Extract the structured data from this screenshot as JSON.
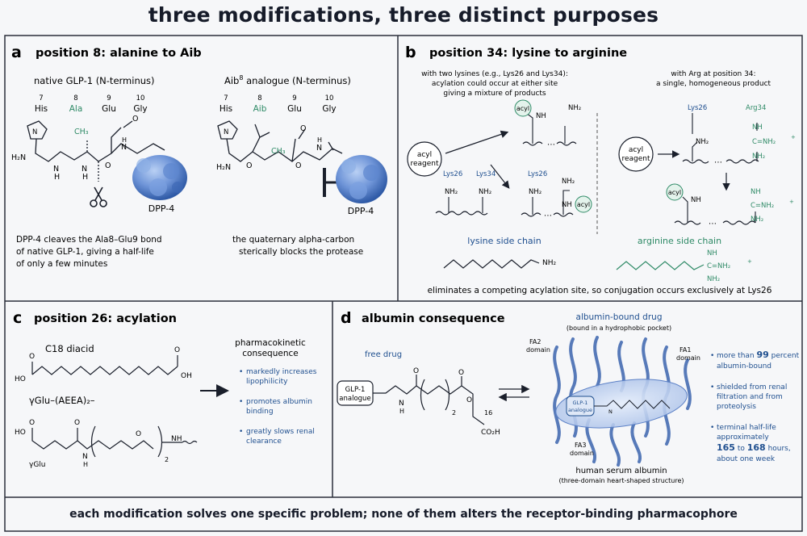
{
  "title": "three modifications, three distinct purposes",
  "footer": "each modification solves one specific problem; none of them alters the receptor-binding pharmacophore",
  "colors": {
    "accent_green": "#2e8a66",
    "accent_blue": "#1f4f8f",
    "protein_blue": "#4a78c8"
  },
  "panel_a": {
    "letter": "a",
    "title": "position 8: alanine to Aib",
    "native_label": "native GLP-1 (N-terminus)",
    "aib_label_main": "Aib",
    "aib_label_sup": "8",
    "aib_label_rest": " analogue (N-terminus)",
    "native_res": [
      {
        "num": "7",
        "name": "His"
      },
      {
        "num": "8",
        "name": "Ala"
      },
      {
        "num": "9",
        "name": "Glu"
      },
      {
        "num": "10",
        "name": "Gly"
      }
    ],
    "aib_res": [
      {
        "num": "7",
        "name": "His"
      },
      {
        "num": "8",
        "name": "Aib"
      },
      {
        "num": "9",
        "name": "Glu"
      },
      {
        "num": "10",
        "name": "Gly"
      }
    ],
    "atoms": {
      "h2n": "H₂N",
      "nh": "H",
      "n": "N",
      "o": "O",
      "ch3": "CH₃"
    },
    "enzyme": "DPP-4",
    "native_note": [
      "DPP-4 cleaves the Ala8–Glu9 bond",
      "of native GLP-1, giving a half-life",
      "of only a few minutes"
    ],
    "aib_note": [
      "the quaternary alpha-carbon",
      "sterically blocks the protease"
    ]
  },
  "panel_b": {
    "letter": "b",
    "title": "position 34: lysine to arginine",
    "left_note": [
      "with two lysines (e.g., Lys26 and Lys34):",
      "acylation could occur at either site",
      "giving a mixture of products"
    ],
    "right_note": [
      "with Arg at position 34:",
      "a single, homogeneous product"
    ],
    "reagent": [
      "acyl",
      "reagent"
    ],
    "acyl": "acyl",
    "nh": "NH",
    "nh2": "NH₂",
    "lys26": "Lys26",
    "lys34": "Lys34",
    "arg34": "Arg34",
    "guan": "C=NH₂",
    "plus": "+",
    "ellipsis": "⋯",
    "lysine_chain": "lysine side chain",
    "arginine_chain": "arginine side chain",
    "conclusion": "eliminates a competing acylation site, so conjugation occurs exclusively at Lys26"
  },
  "panel_c": {
    "letter": "c",
    "title": "position 26: acylation",
    "diacid": "C18 diacid",
    "linker": "γGlu–(AEEA)₂–",
    "oh": "OH",
    "o": "O",
    "ho": "HO",
    "nh": "NH",
    "h": "H",
    "n": "N",
    "sub2": "2",
    "gamma_glu": "γGlu",
    "pk_title": [
      "pharmacokinetic",
      "consequence"
    ],
    "bullets": [
      [
        "markedly increases",
        "lipophilicity"
      ],
      [
        "promotes albumin",
        "binding"
      ],
      [
        "greatly slows renal",
        "clearance"
      ]
    ]
  },
  "panel_d": {
    "letter": "d",
    "title": "albumin consequence",
    "free_drug": "free drug",
    "glp1": [
      "GLP-1",
      "analogue"
    ],
    "n": "N",
    "h": "H",
    "o": "O",
    "sub2": "2",
    "sub16": "16",
    "co2h": "CO₂H",
    "bound_title": "albumin-bound drug",
    "bound_sub": "(bound in a hydrophobic pocket)",
    "fa1": [
      "FA1",
      "domain"
    ],
    "fa2": [
      "FA2",
      "domain"
    ],
    "fa3": [
      "FA3",
      "domain"
    ],
    "hsa": "human serum albumin",
    "hsa_sub": "(three-domain heart-shaped structure)",
    "b1": [
      "more than ",
      "99",
      " percent",
      "albumin-bound"
    ],
    "b2": [
      "shielded from renal",
      "filtration and from",
      "proteolysis"
    ],
    "b3": [
      "terminal half-life",
      "approximately",
      "165",
      " to ",
      "168",
      " hours,",
      "about one week"
    ]
  }
}
